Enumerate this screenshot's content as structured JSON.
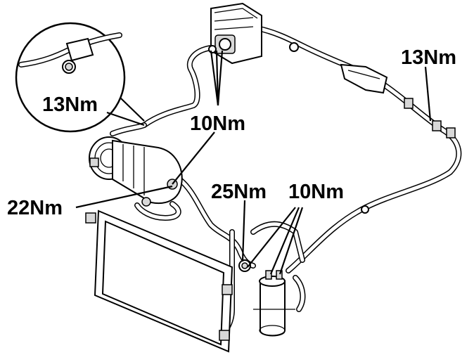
{
  "labels": {
    "detail_circle": "13Nm",
    "top_right": "13Nm",
    "center_top": "10Nm",
    "compressor": "22Nm",
    "middle": "25Nm",
    "receiver_drier": "10Nm"
  }
}
